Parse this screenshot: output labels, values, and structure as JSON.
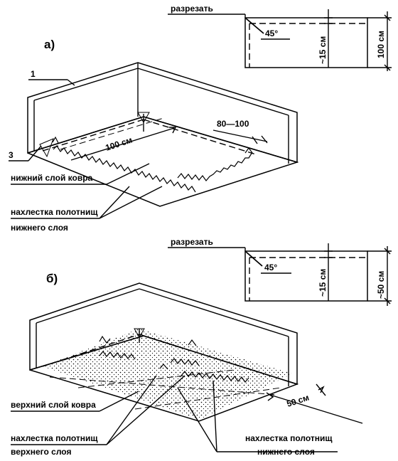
{
  "panel_a": {
    "letter": "а)",
    "cut_label": "разрезать",
    "angle": "45°",
    "dim_15": "~15 см",
    "dim_100_side": "100 см",
    "dim_100_floor": "100 см",
    "dim_80_100": "80—100",
    "num_1": "1",
    "num_3": "3",
    "lower_layer": "нижний слой ковра",
    "overlap_line1": "нахлестка полотнищ",
    "overlap_line2": "нижнего слоя"
  },
  "panel_b": {
    "letter": "б)",
    "cut_label": "разрезать",
    "angle": "45°",
    "dim_15": "~15 см",
    "dim_50_side": "~50 см",
    "dim_50_floor": "50 см",
    "upper_layer": "верхний слой ковра",
    "overlap_upper_line1": "нахлестка полотнищ",
    "overlap_upper_line2": "верхнего слоя",
    "overlap_lower_line1": "нахлестка полотнищ",
    "overlap_lower_line2": "нижнего слоя"
  }
}
